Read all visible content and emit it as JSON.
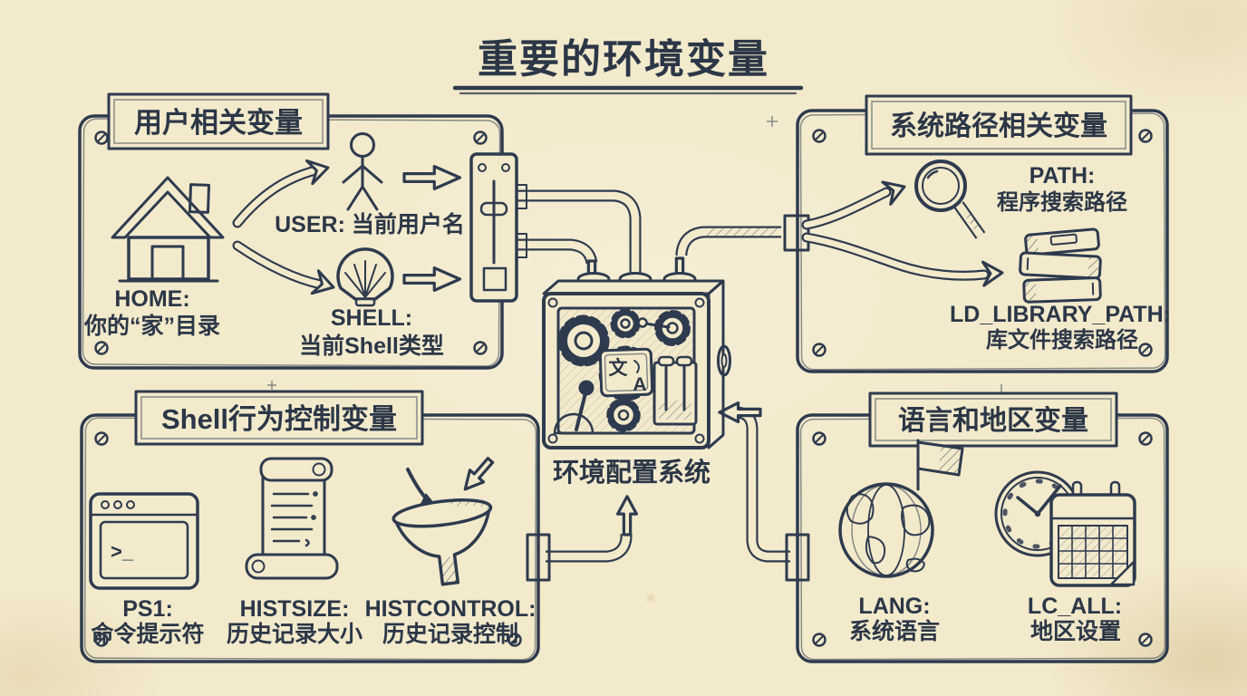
{
  "title": "重要的环境变量",
  "colors": {
    "background": "#f3eacc",
    "ink": "#2e3b4e",
    "text": "#2b3747"
  },
  "machine": {
    "label": "环境配置系统",
    "chip_top": "文",
    "chip_bottom": "A"
  },
  "panels": {
    "user": {
      "title": "用户相关变量",
      "home_name": "HOME:",
      "home_desc": "你的“家”目录",
      "user_label": "USER: 当前用户名",
      "shell_name": "SHELL:",
      "shell_desc": "当前Shell类型"
    },
    "syspath": {
      "title": "系统路径相关变量",
      "path_name": "PATH:",
      "path_desc": "程序搜索路径",
      "ld_name": "LD_LIBRARY_PATH:",
      "ld_desc": "库文件搜索路径"
    },
    "shellctl": {
      "title": "Shell行为控制变量",
      "prompt_glyph": ">_",
      "ps1_name": "PS1:",
      "ps1_desc": "命令提示符",
      "histsize_name": "HISTSIZE:",
      "histsize_desc": "历史记录大小",
      "histcontrol_name": "HISTCONTROL:",
      "histcontrol_desc": "历史记录控制"
    },
    "locale": {
      "title": "语言和地区变量",
      "lang_name": "LANG:",
      "lang_desc": "系统语言",
      "lcall_name": "LC_ALL:",
      "lcall_desc": "地区设置"
    }
  }
}
